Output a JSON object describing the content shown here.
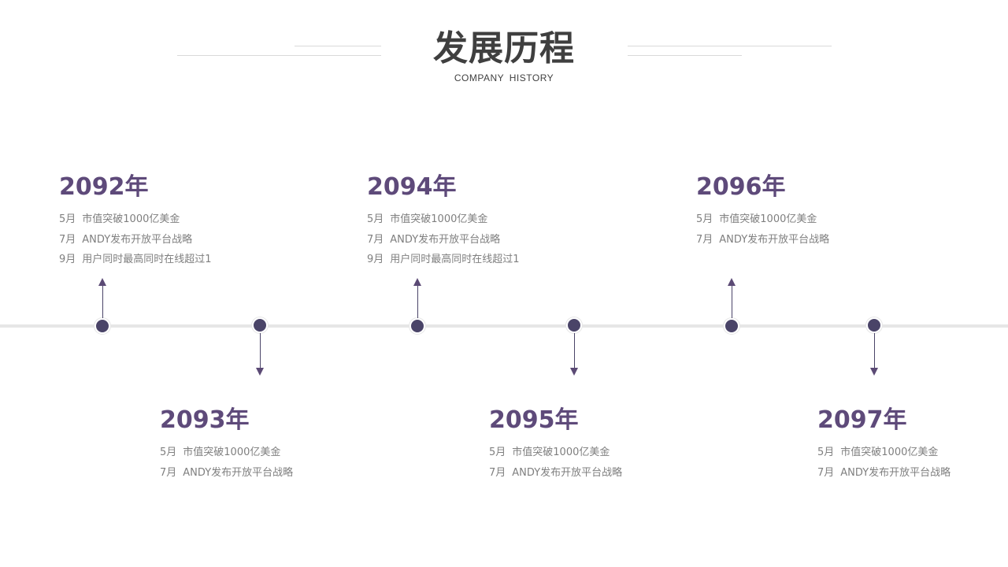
{
  "header": {
    "title": "发展历程",
    "subtitle": "COMPANY  HISTORY"
  },
  "colors": {
    "accent": "#5e4a7a",
    "node": "#4a4468",
    "line": "#e6e6e6",
    "text_muted": "#7f7f7f",
    "title": "#3f3f3f"
  },
  "timeline": [
    {
      "year": "2092年",
      "items": [
        {
          "month": "5月",
          "text": "市值突破1000亿美金"
        },
        {
          "month": "7月",
          "text": "ANDY发布开放平台战略"
        },
        {
          "month": "9月",
          "text": "用户同时最高同时在线超过1"
        }
      ]
    },
    {
      "year": "2093年",
      "items": [
        {
          "month": "5月",
          "text": "市值突破1000亿美金"
        },
        {
          "month": "7月",
          "text": "ANDY发布开放平台战略"
        }
      ]
    },
    {
      "year": "2094年",
      "items": [
        {
          "month": "5月",
          "text": "市值突破1000亿美金"
        },
        {
          "month": "7月",
          "text": "ANDY发布开放平台战略"
        },
        {
          "month": "9月",
          "text": "用户同时最高同时在线超过1"
        }
      ]
    },
    {
      "year": "2095年",
      "items": [
        {
          "month": "5月",
          "text": "市值突破1000亿美金"
        },
        {
          "month": "7月",
          "text": "ANDY发布开放平台战略"
        }
      ]
    },
    {
      "year": "2096年",
      "items": [
        {
          "month": "5月",
          "text": "市值突破1000亿美金"
        },
        {
          "month": "7月",
          "text": "ANDY发布开放平台战略"
        }
      ]
    },
    {
      "year": "2097年",
      "items": [
        {
          "month": "5月",
          "text": "市值突破1000亿美金"
        },
        {
          "month": "7月",
          "text": "ANDY发布开放平台战略"
        }
      ]
    }
  ]
}
